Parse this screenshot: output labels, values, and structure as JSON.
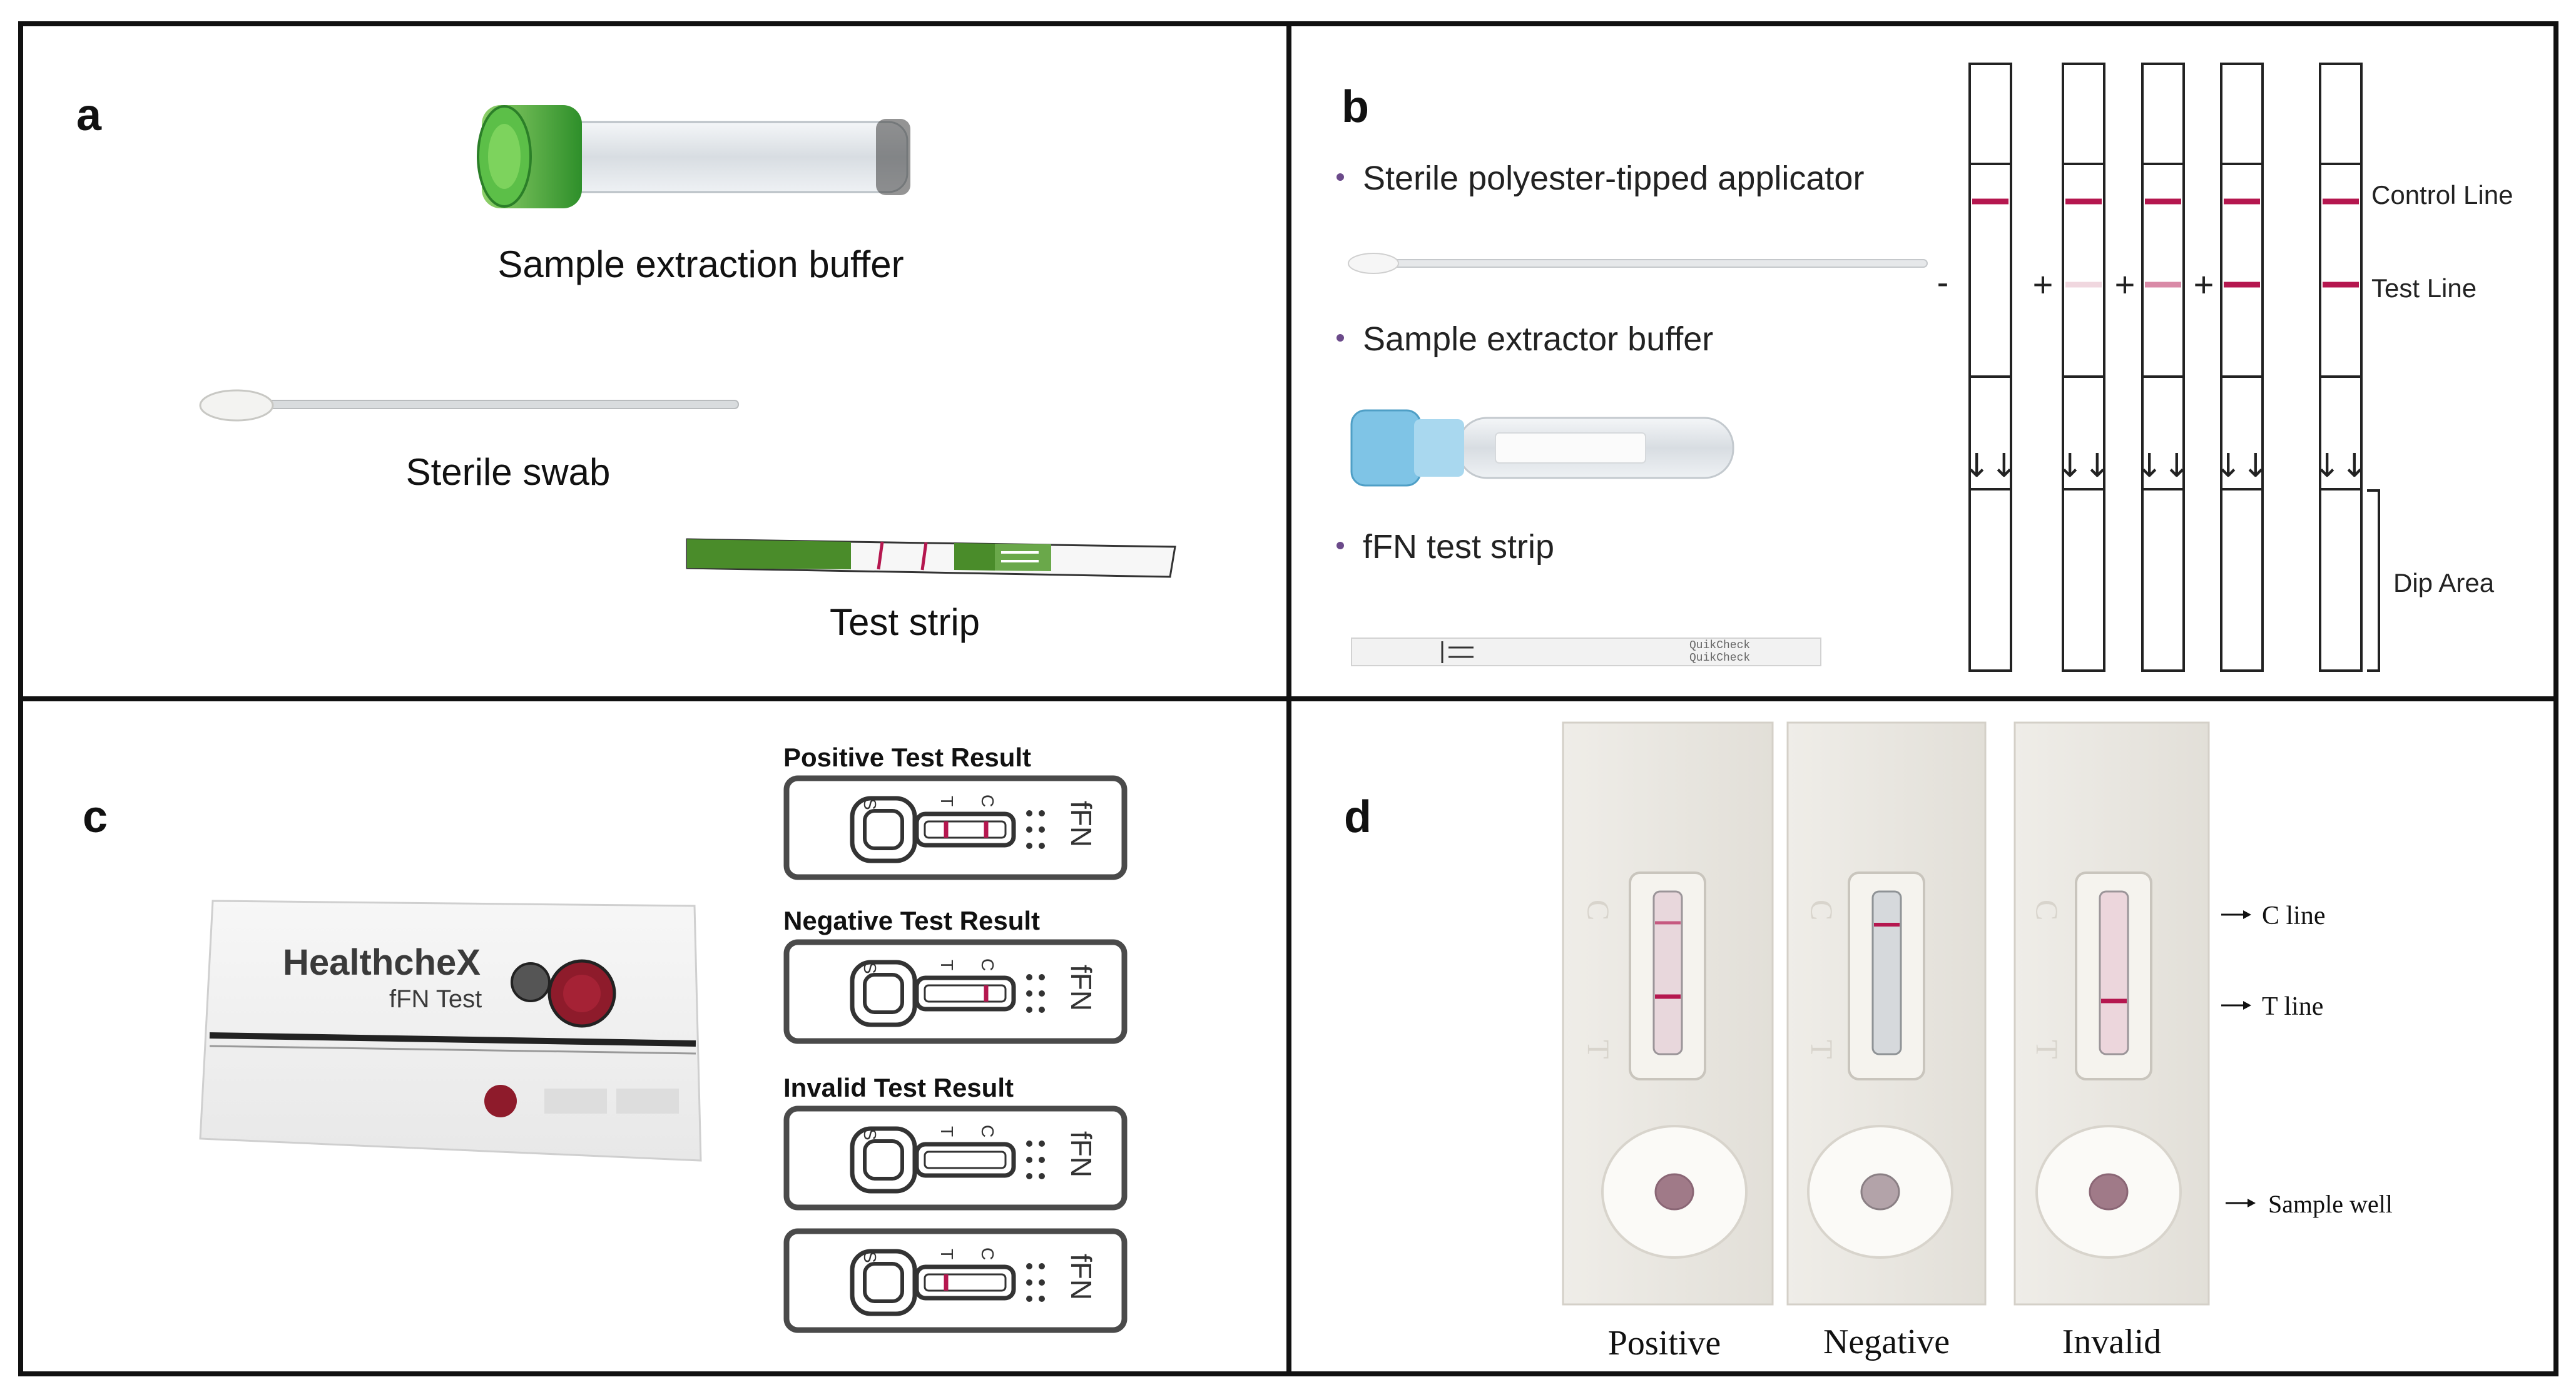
{
  "panels": {
    "a": {
      "letter": "a",
      "items": [
        "Sample extraction buffer",
        "Sterile swab",
        "Test strip"
      ]
    },
    "b": {
      "letter": "b",
      "bullets": [
        "Sterile polyester-tipped applicator",
        "Sample extractor buffer",
        "fFN test strip"
      ],
      "signs": [
        "-",
        "+",
        "+",
        "+"
      ],
      "labels": {
        "control": "Control Line",
        "test": "Test Line",
        "dip": "Dip Area"
      },
      "arrows": "↓↓",
      "strip_print": "QuikCheck"
    },
    "c": {
      "letter": "c",
      "box": {
        "brand": "HealthcheX",
        "product": "fFN Test"
      },
      "results": [
        "Positive Test Result",
        "Negative Test Result",
        "Invalid Test Result"
      ],
      "cassette": {
        "s": "S",
        "t": "T",
        "c": "C",
        "name": "fFN"
      }
    },
    "d": {
      "letter": "d",
      "cassettes": [
        "Positive",
        "Negative",
        "Invalid"
      ],
      "marks": {
        "c": "C",
        "t": "T"
      },
      "annotations": [
        "C line",
        "T line",
        "Sample well"
      ]
    }
  },
  "colors": {
    "border": "#111111",
    "line_red": "#b5174f",
    "strip_green": "#4a8c2a",
    "cap_green": "#3aa636",
    "cap_blue": "#7fc4e6"
  }
}
